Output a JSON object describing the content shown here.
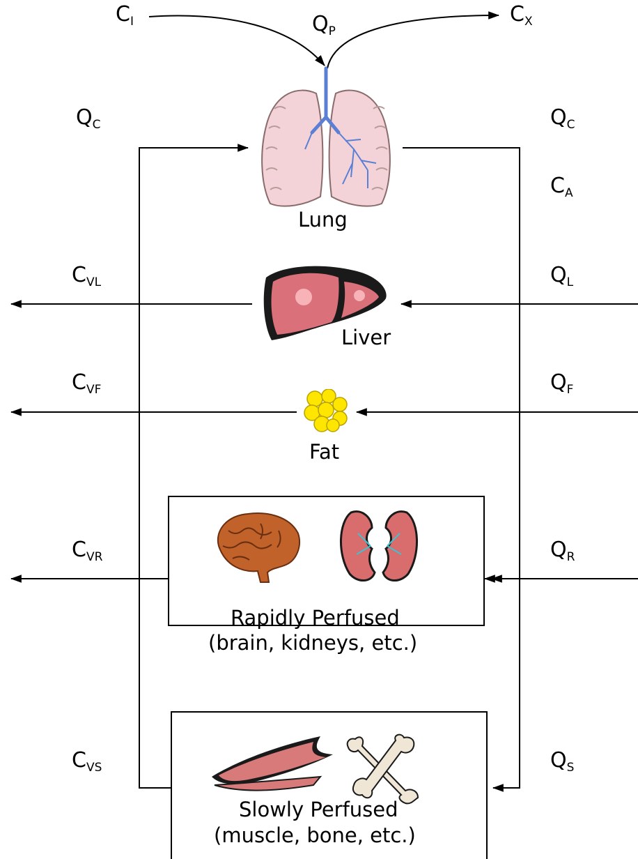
{
  "labels": {
    "ci": {
      "main": "C",
      "sub": "I"
    },
    "qp": {
      "main": "Q",
      "sub": "P"
    },
    "cx": {
      "main": "C",
      "sub": "X"
    },
    "qc_left": {
      "main": "Q",
      "sub": "C"
    },
    "qc_right": {
      "main": "Q",
      "sub": "C"
    },
    "ca": {
      "main": "C",
      "sub": "A"
    },
    "cvl": {
      "main": "C",
      "sub": "VL"
    },
    "ql": {
      "main": "Q",
      "sub": "L"
    },
    "cvf": {
      "main": "C",
      "sub": "VF"
    },
    "qf": {
      "main": "Q",
      "sub": "F"
    },
    "cvr": {
      "main": "C",
      "sub": "VR"
    },
    "qr": {
      "main": "Q",
      "sub": "R"
    },
    "cvs": {
      "main": "C",
      "sub": "VS"
    },
    "qs": {
      "main": "Q",
      "sub": "S"
    }
  },
  "organs": {
    "lung": "Lung",
    "liver": "Liver",
    "fat": "Fat",
    "rapid_line1": "Rapidly Perfused",
    "rapid_line2": "(brain, kidneys, etc.)",
    "slow_line1": "Slowly Perfused",
    "slow_line2": "(muscle, bone, etc.)"
  },
  "icons": {
    "lung": "lungs-icon",
    "liver": "liver-icon",
    "fat": "fat-cells-icon",
    "brain": "brain-icon",
    "kidneys": "kidneys-icon",
    "muscle": "muscle-icon",
    "bone": "bone-icon"
  },
  "colors": {
    "line": "#000000",
    "lung_tissue": "#f3d3d8",
    "bronchi": "#5b7fd4",
    "liver": "#d9707a",
    "fat": "#ffe600",
    "brain": "#c0622a",
    "kidney": "#d96c6c",
    "muscle": "#d97a7a",
    "bone": "#efe6d6"
  }
}
